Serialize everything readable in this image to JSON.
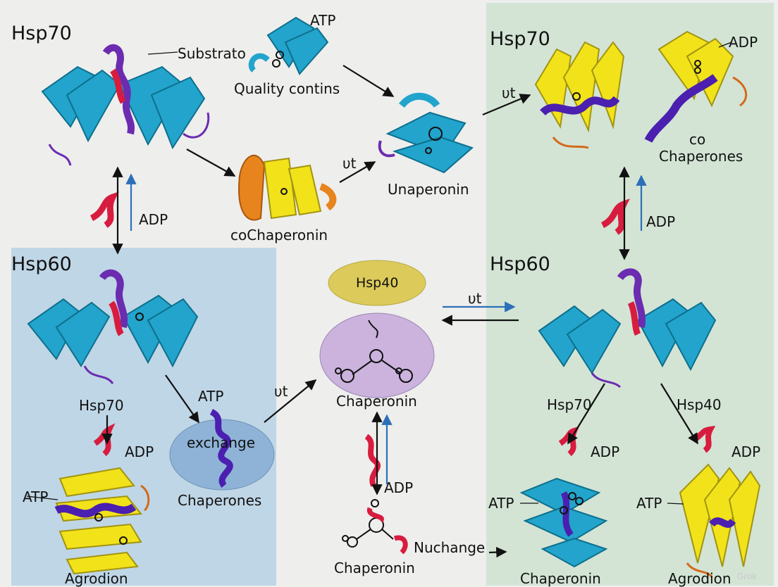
{
  "colors": {
    "background": "#eeeeed",
    "blue_panel": "#bfd6e6",
    "green_panel": "#d3e4d5",
    "cyan_protein": "#22a4cc",
    "yellow_protein": "#f2e21a",
    "purple_helix": "#5b2bb8",
    "red_helix": "#d81c3f",
    "orange_protein": "#e8841e",
    "hsp40_ellipse": "#dccb5a",
    "chaperonin_ellipse": "#cbb3dd",
    "exchange_ellipse": "#8eb3d6",
    "blue_arrow": "#2c6fb8"
  },
  "labels": {
    "hsp70_top_left": "Hsp70",
    "substrato": "Substrato",
    "atp_top": "ATP",
    "quality_contins": "Quality contins",
    "ut_mid_left": "υt",
    "cochaperonin": "coChaperonin",
    "unaperonin": "Unaperonin",
    "ut_top_right": "υt",
    "hsp70_top_right": "Hsp70",
    "adp_top_right": "ADP",
    "co": "co",
    "chaperones_top_right": "Chaperones",
    "adp_left_mid": "ADP",
    "adp_right_mid": "ADP",
    "hsp60_left": "Hsp60",
    "hsp40_center": "Hsp40",
    "ut_center_right": "υt",
    "hsp60_right": "Hsp60",
    "hsp70_left_bottom": "Hsp70",
    "adp_left_bottom": "ADP",
    "atp_exchange": "ATP",
    "exchange": "exchange",
    "ut_center_left": "υt",
    "chaperonin_center": "Chaperonin",
    "chaperones_bottom": "Chaperones",
    "atp_left_bottom": "ATP",
    "agrodion_left": "Agrodion",
    "adp_center": "ADP",
    "nuchange": "Nuchange",
    "chaperonin_bottom_center": "Chaperonin",
    "hsp70_right_bottom": "Hsp70",
    "hsp40_right_bottom": "Hsp40",
    "adp_right_bottom_1": "ADP",
    "adp_right_bottom_2": "ADP",
    "atp_right_bottom_1": "ATP",
    "atp_right_bottom_2": "ATP",
    "chaperonin_bottom_right": "Chaperonin",
    "agrodion_right": "Agrodion",
    "watermark": "Grok"
  }
}
